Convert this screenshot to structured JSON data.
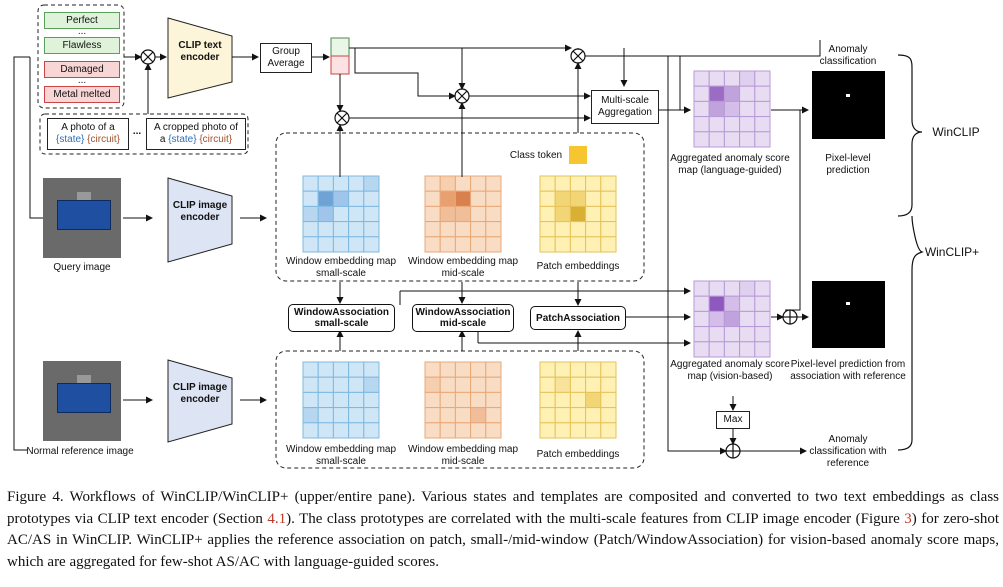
{
  "states": [
    "Perfect",
    "Flawless",
    "Damaged",
    "Metal melted"
  ],
  "ellipsis": "...",
  "templates": {
    "t1_line1": "A photo of a",
    "t1_line2_a": "{state}",
    "t1_line2_b": "{circuit}",
    "t2_line1": "A cropped photo of",
    "t2_line2_pre": "a",
    "t2_line2_a": "{state}",
    "t2_line2_b": "{circuit}",
    "sep": "..."
  },
  "clip_text_encoder": "CLIP text encoder",
  "clip_image_encoder": "CLIP image encoder",
  "group_average": "Group Average",
  "multiscale_aggregation": "Multi-scale Aggregation",
  "class_token": "Class token",
  "query_image": "Query image",
  "normal_reference_image": "Normal reference image",
  "window_small": "Window embedding map small-scale",
  "window_mid": "Window embedding map mid-scale",
  "patch_embeddings": "Patch embeddings",
  "assoc_small": "WindowAssociation small-scale",
  "assoc_mid": "WindowAssociation mid-scale",
  "assoc_patch": "PatchAssociation",
  "agg_lang": "Aggregated anomaly score map (language-guided)",
  "agg_vision": "Aggregated anomaly score map (vision-based)",
  "anomaly_classification": "Anomaly classification",
  "pixel_level_prediction": "Pixel-level prediction",
  "pixel_level_ref": "Pixel-level prediction from association with reference",
  "max": "Max",
  "anomaly_cls_ref": "Anomaly classification with reference",
  "winclip": "WinCLIP",
  "winclip_plus": "WinCLIP+",
  "caption": {
    "p1": "Figure 4. Workflows of WinCLIP/WinCLIP+ (upper/entire pane). Various states and templates are composited and converted to two text embeddings as class prototypes via CLIP text encoder (Section ",
    "ref1": "4.1",
    "p2": "). The class prototypes are correlated with the multi-scale features from CLIP image encoder (Figure ",
    "ref2": "3",
    "p3": ") for zero-shot AC/AS in WinCLIP. WinCLIP+ applies the reference association on patch, small-/mid-window (Patch/WindowAssociation) for vision-based anomaly score maps, which are aggregated for few-shot AS/AC with language-guided scores."
  },
  "colors": {
    "blue_grid": "#cfe6f7",
    "orange_grid": "#f9dcc4",
    "yellow_grid": "#fff0b3",
    "purple_grid": "#e8dcf2",
    "text_encoder_fill": "#fdf5d9",
    "image_encoder_fill": "#dde4f4"
  }
}
